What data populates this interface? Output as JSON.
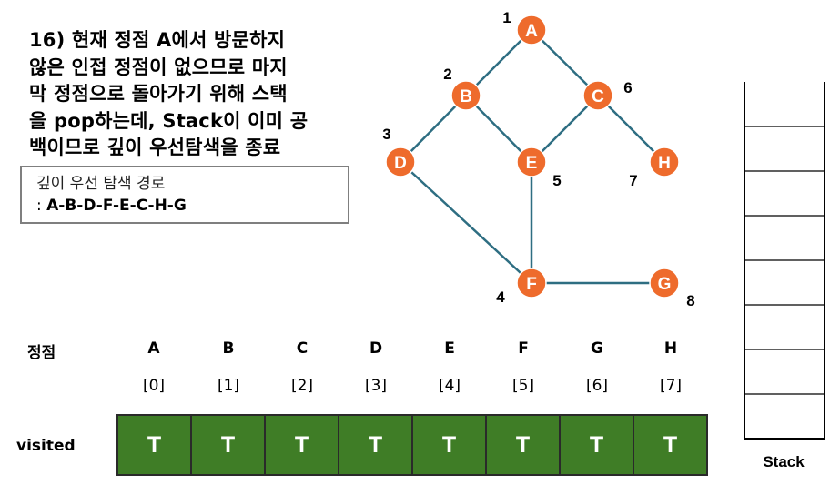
{
  "description_lines": [
    "16) 현재 정점 A에서 방문하지",
    "않은 인접 정점이 없으므로 마지",
    "막 정점으로 돌아가기 위해 스택",
    "을 pop하는데, Stack이 이미 공",
    "백이므로 깊이 우선탐색을 종료"
  ],
  "path_box": {
    "title": "깊이 우선 탐색 경로",
    "prefix": ": ",
    "value": "A-B-D-F-E-C-H-G"
  },
  "graph": {
    "nodes": [
      {
        "id": "A",
        "order": "1"
      },
      {
        "id": "B",
        "order": "2"
      },
      {
        "id": "C",
        "order": "6"
      },
      {
        "id": "D",
        "order": "3"
      },
      {
        "id": "E",
        "order": "5"
      },
      {
        "id": "H",
        "order": "7"
      },
      {
        "id": "F",
        "order": "4"
      },
      {
        "id": "G",
        "order": "8"
      }
    ],
    "edges": [
      [
        "A",
        "B"
      ],
      [
        "A",
        "C"
      ],
      [
        "B",
        "D"
      ],
      [
        "B",
        "E"
      ],
      [
        "C",
        "E"
      ],
      [
        "C",
        "H"
      ],
      [
        "D",
        "F"
      ],
      [
        "E",
        "F"
      ],
      [
        "F",
        "G"
      ]
    ],
    "node_color": "#ee6b2c",
    "edge_color": "#2e6e82"
  },
  "table": {
    "vertex_row_label": "정점",
    "visited_row_label": "visited",
    "columns": [
      {
        "vertex": "A",
        "index": "[0]",
        "visited": "T"
      },
      {
        "vertex": "B",
        "index": "[1]",
        "visited": "T"
      },
      {
        "vertex": "C",
        "index": "[2]",
        "visited": "T"
      },
      {
        "vertex": "D",
        "index": "[3]",
        "visited": "T"
      },
      {
        "vertex": "E",
        "index": "[4]",
        "visited": "T"
      },
      {
        "vertex": "F",
        "index": "[5]",
        "visited": "T"
      },
      {
        "vertex": "G",
        "index": "[6]",
        "visited": "T"
      },
      {
        "vertex": "H",
        "index": "[7]",
        "visited": "T"
      }
    ],
    "visited_color": "#3f7d26"
  },
  "stack": {
    "label": "Stack",
    "slots": 8,
    "items": []
  }
}
